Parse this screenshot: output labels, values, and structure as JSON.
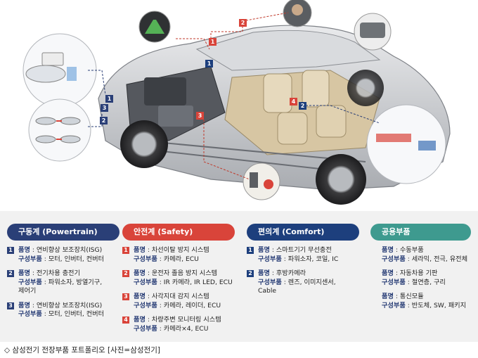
{
  "colors": {
    "powertrain": "#2a3f77",
    "safety": "#d9443a",
    "comfort": "#1d3f7d",
    "common": "#3e9a8f",
    "car_body": "#c7c9cc",
    "callout_line": "#c0392b"
  },
  "callout_tags": [
    {
      "num": "1",
      "group": "powertrain"
    },
    {
      "num": "2",
      "group": "powertrain"
    },
    {
      "num": "3",
      "group": "powertrain"
    },
    {
      "num": "1",
      "group": "safety"
    },
    {
      "num": "2",
      "group": "safety"
    },
    {
      "num": "3",
      "group": "safety"
    },
    {
      "num": "4",
      "group": "safety"
    },
    {
      "num": "1",
      "group": "comfort"
    },
    {
      "num": "2",
      "group": "comfort"
    }
  ],
  "columns": [
    {
      "title": "구동계 (Powertrain)",
      "color_key": "powertrain",
      "items": [
        {
          "num": "1",
          "name_label": "품명",
          "name": "연비향상 보조장치(ISG)",
          "parts_label": "구성부품",
          "parts": "모터, 인버터, 컨버터"
        },
        {
          "num": "2",
          "name_label": "품명",
          "name": "전기차용 충전기",
          "parts_label": "구성부품",
          "parts": "파워소자, 방열기구,\n제어기"
        },
        {
          "num": "3",
          "name_label": "품명",
          "name": "연비향상 보조장치(ISG)",
          "parts_label": "구성부품",
          "parts": "모터, 인버터, 컨버터"
        }
      ]
    },
    {
      "title": "안전계 (Safety)",
      "color_key": "safety",
      "items": [
        {
          "num": "1",
          "name_label": "품명",
          "name": "차선이탈 방지 시스템",
          "parts_label": "구성부품",
          "parts": "카메라, ECU"
        },
        {
          "num": "2",
          "name_label": "품명",
          "name": "운전자 졸음 방지 시스템",
          "parts_label": "구성부품",
          "parts": "IR 카메라, IR LED, ECU"
        },
        {
          "num": "3",
          "name_label": "품명",
          "name": "사각지대 감지 시스템",
          "parts_label": "구성부품",
          "parts": "카메라, 레이더, ECU"
        },
        {
          "num": "4",
          "name_label": "품명",
          "name": "차량주변 모니터링 시스템",
          "parts_label": "구성부품",
          "parts": "카메라×4, ECU"
        }
      ]
    },
    {
      "title": "편의계 (Comfort)",
      "color_key": "comfort",
      "items": [
        {
          "num": "1",
          "name_label": "품명",
          "name": "스마트기기 무선충전",
          "parts_label": "구성부품",
          "parts": "파워소자, 코일, IC"
        },
        {
          "num": "2",
          "name_label": "품명",
          "name": "후방카메라",
          "parts_label": "구성부품",
          "parts": "렌즈, 이미지센서,\nCable"
        }
      ]
    },
    {
      "title": "공용부품",
      "color_key": "common",
      "items": [
        {
          "num": "",
          "name_label": "품명",
          "name": "수동부품",
          "parts_label": "구성부품",
          "parts": "세라믹, 전극, 유전체"
        },
        {
          "num": "",
          "name_label": "품명",
          "name": "자동차용 기판",
          "parts_label": "구성부품",
          "parts": "절연층, 구리"
        },
        {
          "num": "",
          "name_label": "품명",
          "name": "통신모듈",
          "parts_label": "구성부품",
          "parts": "반도체, SW, 패키지"
        }
      ]
    }
  ],
  "caption": "◇ 삼성전기 전장부품 포트폴리오 [사진=삼성전기]"
}
